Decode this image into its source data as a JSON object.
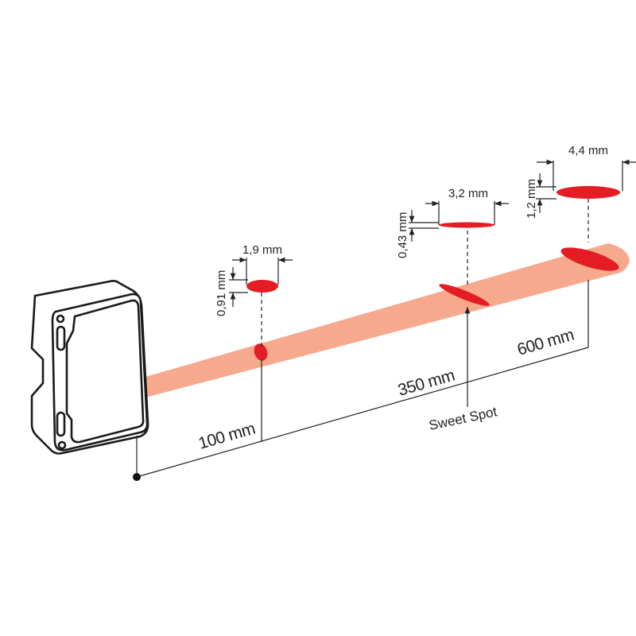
{
  "colors": {
    "beam": "#f7a98e",
    "spot": "#e31d23",
    "line": "#222222"
  },
  "distances": [
    {
      "label": "100 mm",
      "spot_width": "1,9 mm",
      "spot_height": "0,91 mm"
    },
    {
      "label": "350 mm",
      "spot_width": "3,2 mm",
      "spot_height": "0,43 mm",
      "note": "Sweet Spot"
    },
    {
      "label": "600 mm",
      "spot_width": "4,4 mm",
      "spot_height": "1,2 mm"
    }
  ]
}
